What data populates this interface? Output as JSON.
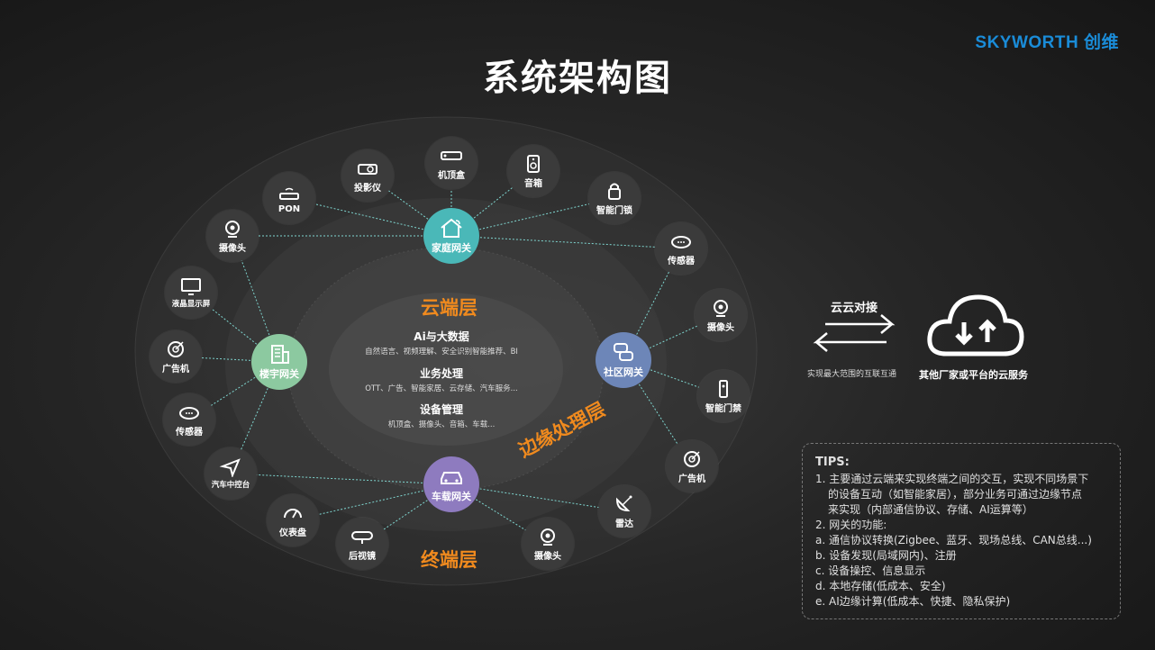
{
  "brand": {
    "logo_text": "SKYWORTH 创维"
  },
  "title": "系统架构图",
  "layers": {
    "cloud": "云端层",
    "edge": "边缘处理层",
    "terminal": "终端层"
  },
  "core": [
    {
      "heading": "Ai与大数据",
      "detail": "自然语言、视频理解、安全识别智能推荐、BI"
    },
    {
      "heading": "业务处理",
      "detail": "OTT、广告、智能家居、云存储、汽车服务..."
    },
    {
      "heading": "设备管理",
      "detail": "机顶盒、摄像头、音箱、车载..."
    }
  ],
  "gateways": {
    "home": "家庭网关",
    "building": "楼宇网关",
    "community": "社区网关",
    "vehicle": "车载网关"
  },
  "devices": {
    "projector": "投影仪",
    "stb": "机顶盒",
    "speaker": "音箱",
    "pon": "PON",
    "smart_lock": "智能门锁",
    "camera_home": "摄像头",
    "sensor_home": "传感器",
    "lcd": "液晶显示屏",
    "camera_comm": "摄像头",
    "ad_building": "广告机",
    "access": "智能门禁",
    "sensor_building": "传感器",
    "ad_comm": "广告机",
    "car_console": "汽车中控台",
    "radar": "雷达",
    "dashboard": "仪表盘",
    "mirror": "后视镜",
    "camera_car": "摄像头"
  },
  "cloud_link": {
    "label": "云云对接",
    "sub": "实现最大范围的互联互通",
    "cloud_label": "其他厂家或平台的云服务"
  },
  "tips": {
    "heading": "TIPS:",
    "lines": [
      "1. 主要通过云端来实现终端之间的交互，实现不同场景下",
      "的设备互动（如智能家居），部分业务可通过边缘节点",
      "来实现（内部通信协议、存储、AI运算等）",
      "2. 网关的功能:",
      "a. 通信协议转换(Zigbee、蓝牙、现场总线、CAN总线...)",
      "b. 设备发现(局域网内)、注册",
      "c. 设备操控、信息显示",
      "d. 本地存储(低成本、安全)",
      "e. AI边缘计算(低成本、快捷、隐私保护)"
    ]
  },
  "colors": {
    "brand": "#1a8cd8",
    "layer": "#f08a1e",
    "home": "#4ab8b8",
    "building": "#8cc9a0",
    "community": "#6d86b8",
    "vehicle": "#8e7bbf"
  }
}
